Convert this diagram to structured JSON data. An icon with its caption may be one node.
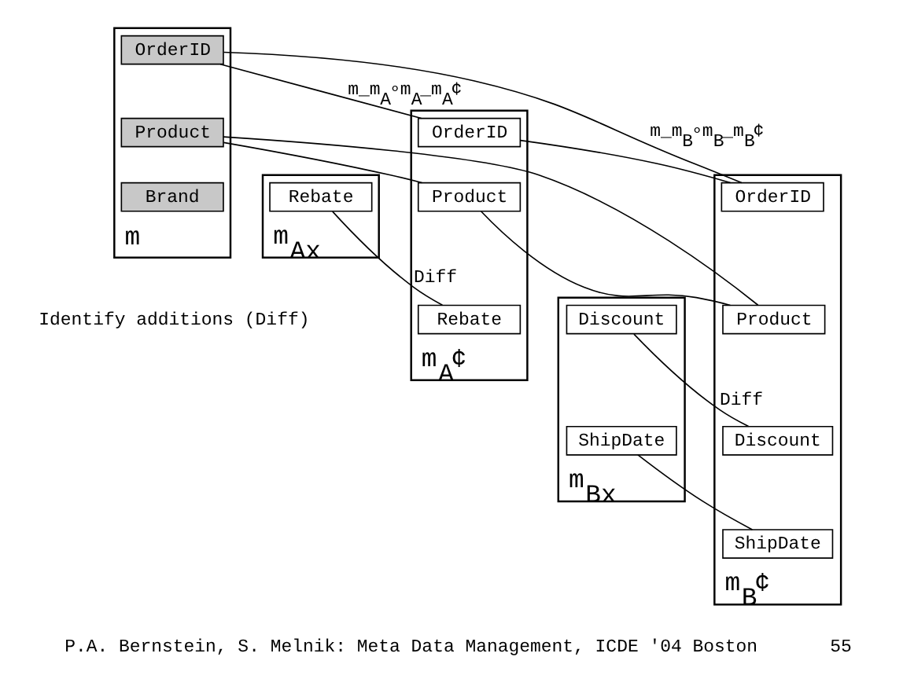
{
  "diagram": {
    "nodes": [
      {
        "text": [
          "m"
        ]
      },
      {
        "text": [
          "OrderID"
        ],
        "in": 0
      },
      {
        "text": [
          "Product"
        ],
        "in": 0
      },
      {
        "text": [
          "Brand"
        ],
        "in": 0
      },
      {
        "text": [
          "m$_{Ax}$"
        ]
      },
      {
        "text": [
          "Rebate"
        ],
        "in": 4
      },
      {
        "text": [
          "m$_{Bx}$"
        ]
      },
      {
        "text": [
          "Discount"
        ],
        "in": 6
      },
      {
        "text": [
          "ShipDate"
        ],
        "in": 6
      },
      {
        "text": [
          "m$_{A}$¢"
        ]
      },
      {
        "text": [
          "OrderID"
        ],
        "in": 9
      },
      {
        "text": [
          "Product"
        ],
        "in": 9
      },
      {
        "text": [
          "Rebate"
        ],
        "in": 9
      },
      {
        "text": [
          "m$_{B}$¢"
        ]
      },
      {
        "text": [
          "OrderID"
        ],
        "in": 13
      },
      {
        "text": [
          "Product"
        ],
        "in": 13
      },
      {
        "text": [
          "Discount"
        ],
        "in": 13
      },
      {
        "text": [
          "ShipDate"
        ],
        "in": 13
      }
    ],
    "edges": [
      {
        "from": 1,
        "to": 10,
        "arrow": "none",
        "label": "m_m$_{A}$∘m$_{A}$_m$_{A}$¢"
      },
      {
        "from": 2,
        "to": 11,
        "arrow": "none"
      },
      {
        "from": 5,
        "to": 12,
        "arrow": "none",
        "label": "Diff"
      },
      {
        "from": 1,
        "to": 14,
        "arrow": "none",
        "label": "m_m$_{B}$∘m$_{B}$_m$_{B}$¢"
      },
      {
        "from": 2,
        "to": 15,
        "arrow": "none"
      },
      {
        "from": 7,
        "to": 16,
        "arrow": "none",
        "label": "Diff"
      },
      {
        "from": 8,
        "to": 17,
        "arrow": "none"
      },
      {
        "from": 10,
        "to": 14,
        "arrow": "none"
      },
      {
        "from": 11,
        "to": 15,
        "arrow": "none"
      }
    ],
    "labels": [
      "Identify additions (Diff)",
      "P.A. Bernstein, S. Melnik: Meta Data Management, ICDE '04 Boston",
      "55"
    ]
  }
}
